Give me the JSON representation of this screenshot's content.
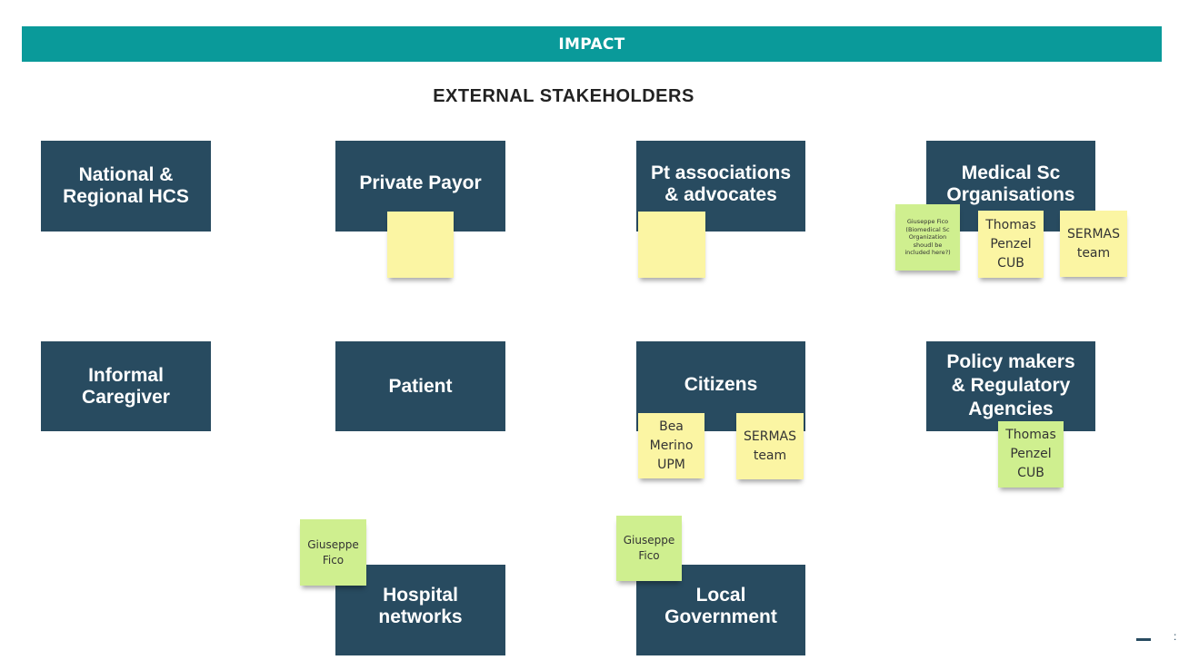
{
  "header": {
    "title": "IMPACT"
  },
  "section": {
    "title": "EXTERNAL STAKEHOLDERS"
  },
  "stakeholders": {
    "national_regional_hcs": "National &\nRegional HCS",
    "private_payor": "Private Payor",
    "pt_associations": "Pt associations\n& advocates",
    "medical_sc_orgs": "Medical Sc\nOrganisations",
    "informal_caregiver": "Informal\nCaregiver",
    "patient": "Patient",
    "citizens": "Citizens",
    "policy_makers": "Policy makers\n& Regulatory\nAgencies",
    "hospital_networks": "Hospital\nnetworks",
    "local_government": "Local\nGovernment"
  },
  "notes": {
    "private_payor_blank": "",
    "pt_associations_blank": "",
    "medsc_giuseppe": "Giuseppe Fico\n(Biomedical Sc\nOrganization\nshoudl be\nincluded here?)",
    "medsc_thomas": "Thomas\nPenzel\nCUB",
    "medsc_sermas": "SERMAS\nteam",
    "citizens_bea": "Bea\nMerino\nUPM",
    "citizens_sermas": "SERMAS\nteam",
    "policy_thomas": "Thomas\nPenzel\nCUB",
    "hospital_giuseppe": "Giuseppe\nFico",
    "localgov_giuseppe": "Giuseppe\nFico"
  },
  "colors": {
    "banner": "#0a9a9a",
    "box": "#284b60",
    "sticky_yellow": "#fbf5a3",
    "sticky_green": "#cfef8f"
  }
}
